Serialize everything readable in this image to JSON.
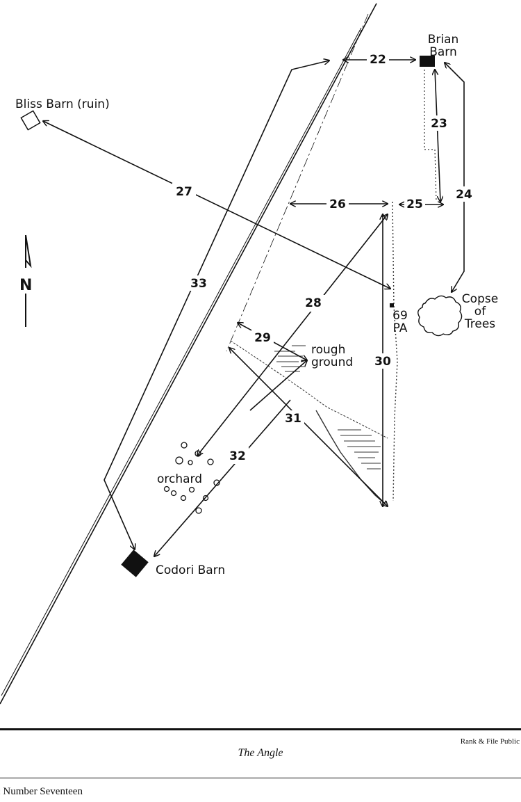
{
  "map": {
    "landmarks": {
      "brian_barn": "Brian\nBarn",
      "bliss_barn": "Bliss Barn (ruin)",
      "copse_of_trees": "Copse\nof\nTrees",
      "marker_69pa": "69\nPA",
      "rough_ground": "rough\nground",
      "orchard": "orchard",
      "codori_barn": "Codori Barn"
    },
    "north_arrow": "N",
    "route_numbers": [
      "22",
      "23",
      "24",
      "25",
      "26",
      "27",
      "28",
      "29",
      "30",
      "31",
      "32",
      "33"
    ]
  },
  "footer": {
    "title": "The Angle",
    "publisher": "Rank & File Public",
    "issue": "c Number Seventeen"
  }
}
